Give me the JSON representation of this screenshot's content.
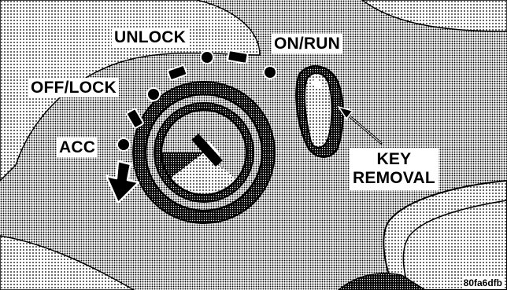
{
  "labels": {
    "unlock": "UNLOCK",
    "on_run": "ON/RUN",
    "off_lock": "OFF/LOCK",
    "acc": "ACC",
    "key_removal_line1": "KEY",
    "key_removal_line2": "REMOVAL"
  },
  "figure_id": "80fa6dfb",
  "colors": {
    "ink": "#000000",
    "paper": "#ffffff",
    "halftone_light": "#cfcfcf",
    "halftone_mid": "#9a9a9a",
    "halftone_dark": "#5a5a5a"
  }
}
